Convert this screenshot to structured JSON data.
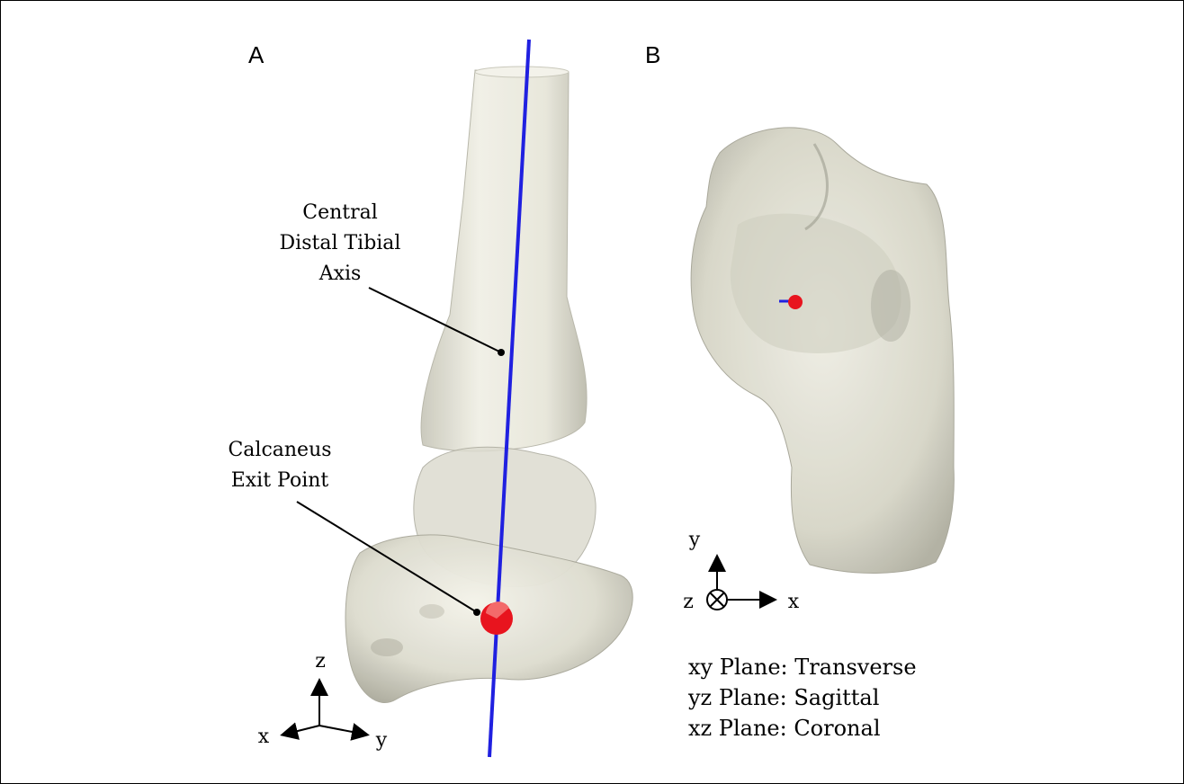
{
  "panels": {
    "a": {
      "letter": "A"
    },
    "b": {
      "letter": "B"
    }
  },
  "callouts": {
    "tibial_axis": [
      "Central",
      "Distal Tibial",
      "Axis"
    ],
    "exit_point": [
      "Calcaneus",
      "Exit Point"
    ]
  },
  "axes_a": {
    "vertical": "z",
    "left": "x",
    "right": "y"
  },
  "axes_b": {
    "vertical": "y",
    "out_of_page": "z",
    "right": "x"
  },
  "planes": [
    "xy Plane: Transverse",
    "yz Plane: Sagittal",
    "xz Plane: Coronal"
  ],
  "colors": {
    "bone": "#e9e8dc",
    "bone_shadow": "#a8a89b",
    "axis_line": "#2020e0",
    "exit_point": "#e8141e"
  }
}
